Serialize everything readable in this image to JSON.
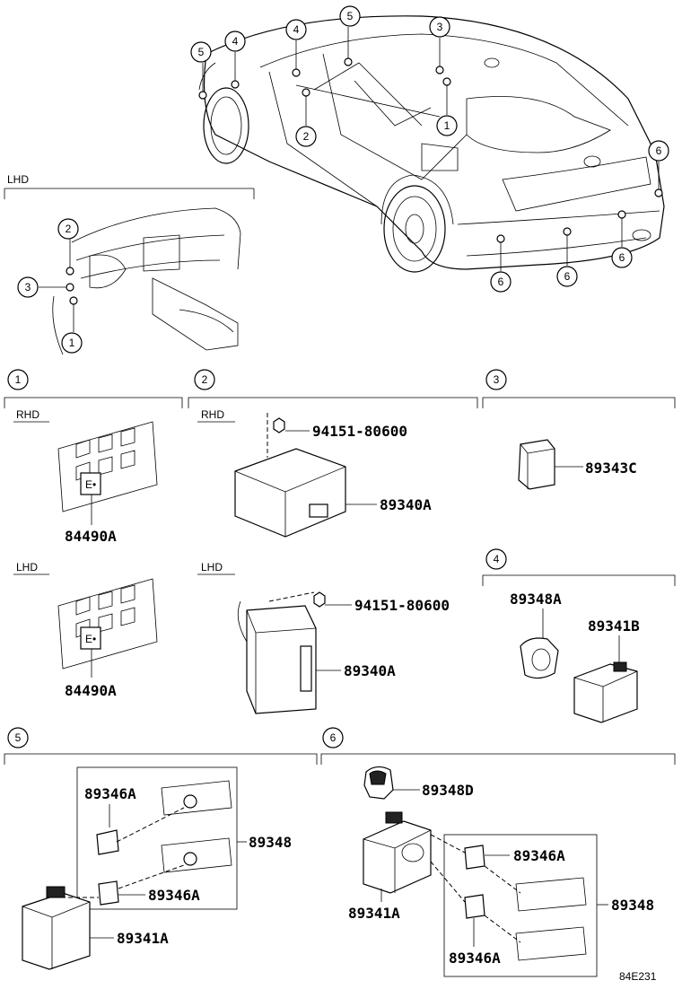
{
  "sections": {
    "overview_lhd_label": "LHD",
    "s1_num": "1",
    "s2_num": "2",
    "s3_num": "3",
    "s4_num": "4",
    "s5_num": "5",
    "s6_num": "6",
    "rhd_label_1": "RHD",
    "lhd_label_1": "LHD",
    "rhd_label_2": "RHD",
    "lhd_label_2": "LHD"
  },
  "callouts": {
    "c1": "1",
    "c2": "2",
    "c3": "3",
    "c4": "4",
    "c5": "5",
    "c6": "6"
  },
  "parts": {
    "p84490A_rhd": "84490A",
    "p84490A_lhd": "84490A",
    "p94151_rhd": "94151-80600",
    "p89340A_rhd": "89340A",
    "p94151_lhd": "94151-80600",
    "p89340A_lhd": "89340A",
    "p89343C": "89343C",
    "p89348A": "89348A",
    "p89341B": "89341B",
    "p89346A_5a": "89346A",
    "p89348_5": "89348",
    "p89346A_5b": "89346A",
    "p89341A_5": "89341A",
    "p89348D": "89348D",
    "p89341A_6": "89341A",
    "p89346A_6a": "89346A",
    "p89348_6": "89348",
    "p89346A_6b": "89346A"
  },
  "footer_code": "84E231"
}
